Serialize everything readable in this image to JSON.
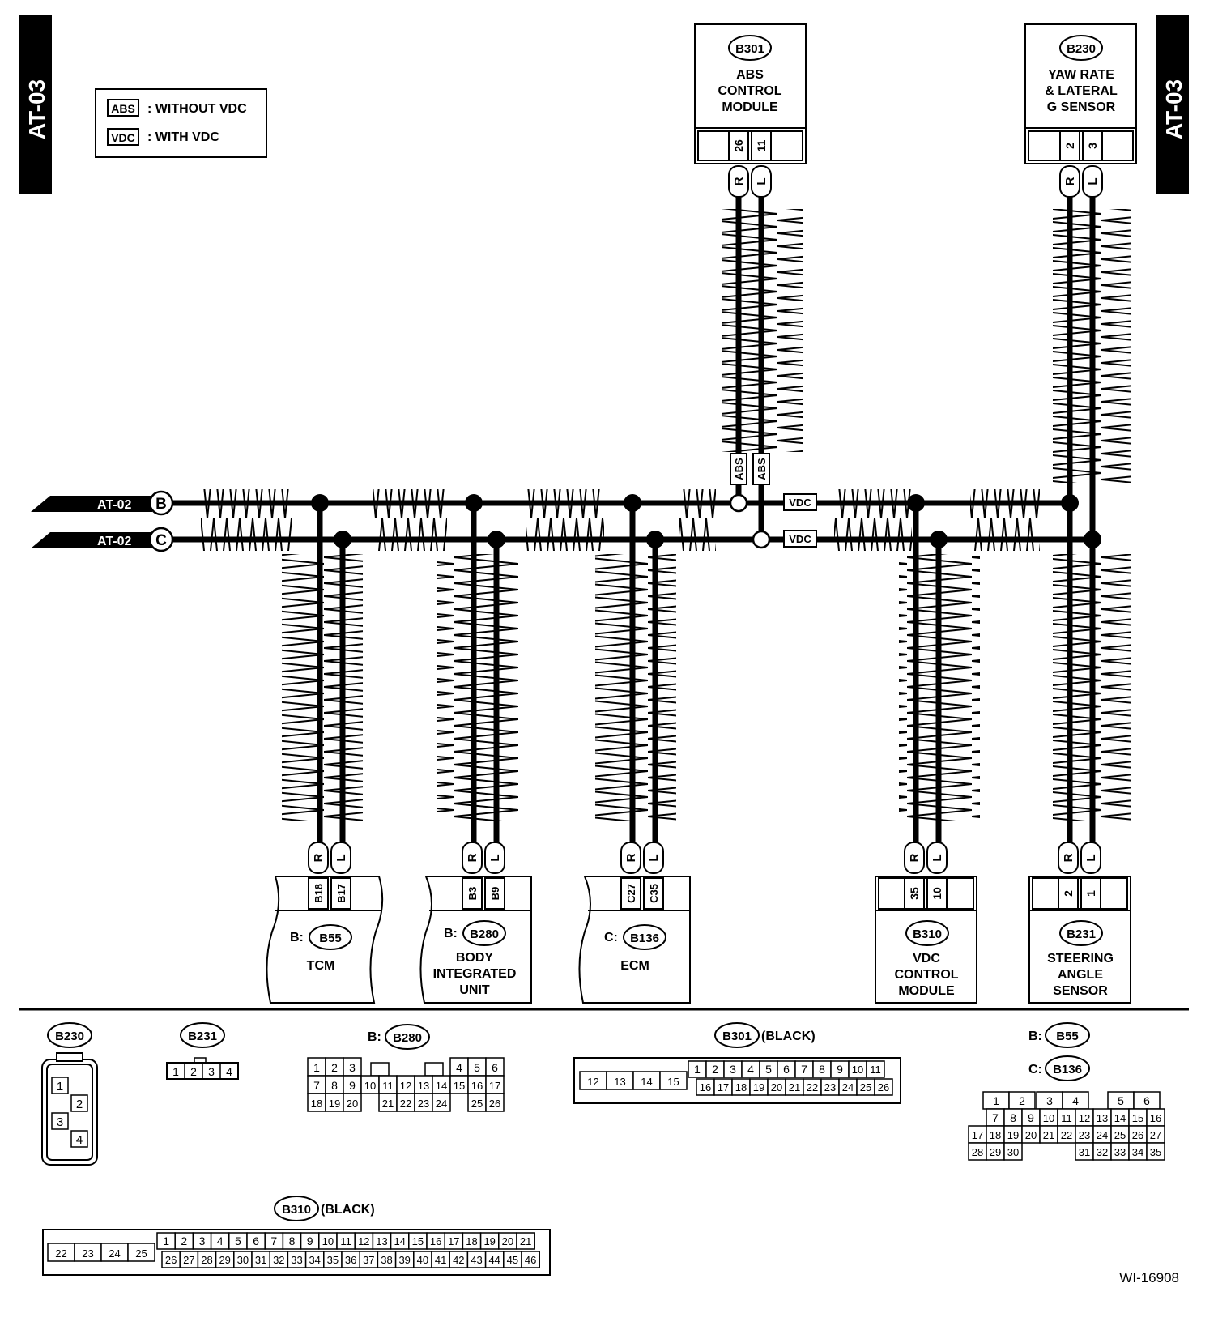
{
  "side_tabs": {
    "left": "AT-03",
    "right": "AT-03"
  },
  "legend": {
    "abs_tag": "ABS",
    "abs_text": ": WITHOUT VDC",
    "vdc_tag": "VDC",
    "vdc_text": ": WITH VDC"
  },
  "bus_inputs": [
    {
      "ref": "AT-02",
      "letter": "B"
    },
    {
      "ref": "AT-02",
      "letter": "C"
    }
  ],
  "junction_tags": {
    "abs_1": "ABS",
    "abs_2": "ABS",
    "vdc_1": "VDC",
    "vdc_2": "VDC"
  },
  "wire_colors": {
    "high": "R",
    "low": "L"
  },
  "top_modules": [
    {
      "code": "B301",
      "name_lines": [
        "ABS",
        "CONTROL",
        "MODULE"
      ],
      "pins": [
        "26",
        "11"
      ]
    },
    {
      "code": "B230",
      "name_lines": [
        "YAW RATE",
        "& LATERAL",
        "G SENSOR"
      ],
      "pins": [
        "2",
        "3"
      ]
    }
  ],
  "bottom_modules": [
    {
      "prefix": "B:",
      "code": "B55",
      "name_lines": [
        "TCM"
      ],
      "pins": [
        "B18",
        "B17"
      ]
    },
    {
      "prefix": "B:",
      "code": "B280",
      "name_lines": [
        "BODY",
        "INTEGRATED",
        "UNIT"
      ],
      "pins": [
        "B3",
        "B9"
      ]
    },
    {
      "prefix": "C:",
      "code": "B136",
      "name_lines": [
        "ECM"
      ],
      "pins": [
        "C27",
        "C35"
      ]
    },
    {
      "prefix": "",
      "code": "B310",
      "name_lines": [
        "VDC",
        "CONTROL",
        "MODULE"
      ],
      "pins": [
        "35",
        "10"
      ]
    },
    {
      "prefix": "",
      "code": "B231",
      "name_lines": [
        "STEERING",
        "ANGLE",
        "SENSOR"
      ],
      "pins": [
        "2",
        "1"
      ]
    }
  ],
  "connector_views": {
    "b230": {
      "code": "B230",
      "pins": [
        "1",
        "2",
        "3",
        "4"
      ]
    },
    "b231": {
      "code": "B231",
      "pins": [
        "1",
        "2",
        "3",
        "4"
      ]
    },
    "b280": {
      "prefix": "B:",
      "code": "B280",
      "rows": [
        [
          "1",
          "2",
          "3",
          "",
          "",
          "",
          "4",
          "5",
          "6"
        ],
        [
          "7",
          "8",
          "9",
          "10",
          "11",
          "12",
          "13",
          "14",
          "15",
          "16",
          "17"
        ],
        [
          "18",
          "19",
          "20",
          "21",
          "22",
          "23",
          "24",
          "25",
          "26"
        ]
      ]
    },
    "b301": {
      "code": "B301",
      "note": "(BLACK)",
      "left": [
        "12",
        "13",
        "14",
        "15"
      ],
      "top": [
        "1",
        "2",
        "3",
        "4",
        "5",
        "6",
        "7",
        "8",
        "9",
        "10",
        "11"
      ],
      "bottom": [
        "16",
        "17",
        "18",
        "19",
        "20",
        "21",
        "22",
        "23",
        "24",
        "25",
        "26"
      ]
    },
    "b55_b136": {
      "prefix1": "B:",
      "code1": "B55",
      "prefix2": "C:",
      "code2": "B136",
      "rows": [
        [
          "1",
          "2",
          "3",
          "4",
          "5",
          "6"
        ],
        [
          "7",
          "8",
          "9",
          "10",
          "11",
          "12",
          "13",
          "14",
          "15",
          "16"
        ],
        [
          "17",
          "18",
          "19",
          "20",
          "21",
          "22",
          "23",
          "24",
          "25",
          "26",
          "27"
        ],
        [
          "28",
          "29",
          "30",
          "31",
          "32",
          "33",
          "34",
          "35"
        ]
      ]
    },
    "b310": {
      "code": "B310",
      "note": "(BLACK)",
      "left": [
        "22",
        "23",
        "24",
        "25"
      ],
      "top": [
        "1",
        "2",
        "3",
        "4",
        "5",
        "6",
        "7",
        "8",
        "9",
        "10",
        "11",
        "12",
        "13",
        "14",
        "15",
        "16",
        "17",
        "18",
        "19",
        "20",
        "21"
      ],
      "bottom": [
        "26",
        "27",
        "28",
        "29",
        "30",
        "31",
        "32",
        "33",
        "34",
        "35",
        "36",
        "37",
        "38",
        "39",
        "40",
        "41",
        "42",
        "43",
        "44",
        "45",
        "46"
      ]
    }
  },
  "figure_id": "WI-16908"
}
